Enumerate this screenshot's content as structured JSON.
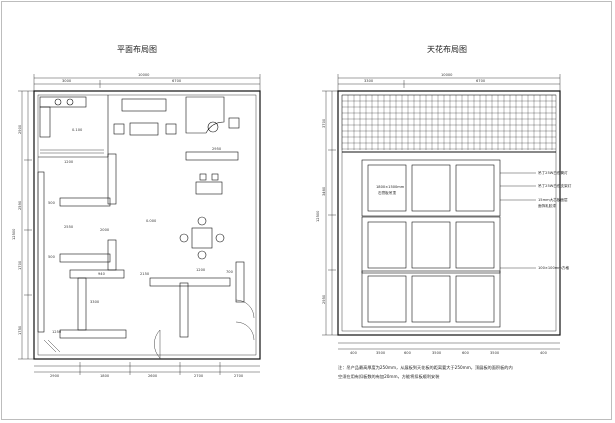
{
  "plan": {
    "title": "平面布局图",
    "dims_top": [
      "3000",
      "10000",
      "6700"
    ],
    "dims_left": [
      "2900",
      "12500",
      "2590",
      "1700",
      "1750"
    ],
    "dims_inner": [
      "500",
      "2550",
      "2000",
      "500",
      "940",
      "2150",
      "1250",
      "3300",
      "700",
      "1200",
      "2950",
      "1200"
    ],
    "level_1": "0.100",
    "level_2": "0.000",
    "dims_bottom": [
      "2900",
      "1800",
      "2600",
      "2700",
      "2700"
    ]
  },
  "ceiling": {
    "title": "天花布局图",
    "dims_top": [
      "3300",
      "10000",
      "6700"
    ],
    "dims_left": [
      "3700",
      "12500",
      "3460",
      "2950"
    ],
    "labels": {
      "box_size": "1800×1500mm",
      "box_note": "石膏板吊顶",
      "lamp_a": "吊丁25W白色筒灯",
      "lamp_b": "吊丁25W白色支架灯",
      "board_a": "15mm大芯板面层",
      "board_b": "面饰乳胶漆",
      "strip": "100×100mm方格"
    },
    "dims_bottom": [
      "400",
      "3500",
      "600",
      "3500",
      "600",
      "3500",
      "400"
    ],
    "note_lines": [
      "注：吊产品最高厚度为250mm，从展板到天花板的距离要大于250mm，顶展板的面积板的内",
      "空须在用有扣板数的有加20mm，方能将扣板顺利安装"
    ]
  }
}
